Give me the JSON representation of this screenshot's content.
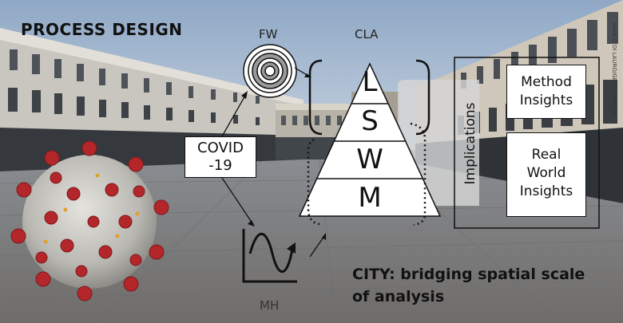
{
  "title": "PROCESS DESIGN",
  "fw_label": "FW",
  "cla_label": "CLA",
  "mh_label": "MH",
  "covid": {
    "line1": "COVID",
    "line2": "-19"
  },
  "pyramid_levels": [
    "L",
    "S",
    "W",
    "M"
  ],
  "implications_label": "Implications",
  "method_insights": {
    "line1": "Method",
    "line2": "Insights"
  },
  "real_world_insights": {
    "line1": "Real",
    "line2": "World",
    "line3": "Insights"
  },
  "city": {
    "line1": "CITY: bridging spatial scale",
    "line2": "of analysis"
  },
  "photo_credit": "MARCO DI LAURO/GETTY IMAGES",
  "colors": {
    "sky": "#a9bdd4",
    "paving": "#7b7f84",
    "virus_spike": "#b3262a",
    "virus_body": "#c9c9c4",
    "box_border": "#111111"
  }
}
